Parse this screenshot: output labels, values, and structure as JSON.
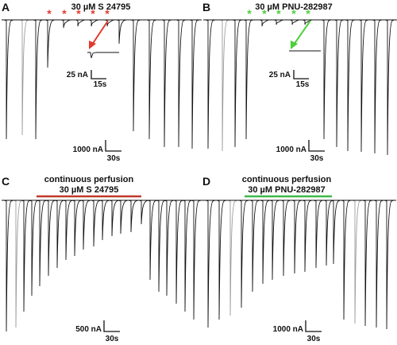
{
  "panels": [
    {
      "letter": "A",
      "title": "30 µM S 24795",
      "subtitle": "",
      "line_color": "",
      "asterisk_color": "#e23a2e",
      "arrow_color": "#e23a2e",
      "inset_scale": {
        "y": "25 nA",
        "x": "15s"
      },
      "scale": {
        "y": "1000 nA",
        "x": "30s"
      }
    },
    {
      "letter": "B",
      "title": "30 µM PNU-282987",
      "subtitle": "",
      "line_color": "",
      "asterisk_color": "#4ccf3a",
      "arrow_color": "#4ccf3a",
      "inset_scale": {
        "y": "25 nA",
        "x": "15s"
      },
      "scale": {
        "y": "1000 nA",
        "x": "30s"
      }
    },
    {
      "letter": "C",
      "title": "continuous perfusion",
      "subtitle": "30 µM S 24795",
      "line_color": "#c0392b",
      "scale": {
        "y": "500 nA",
        "x": "30s"
      }
    },
    {
      "letter": "D",
      "title": "continuous perfusion",
      "subtitle": "30 µM PNU-282987",
      "line_color": "#3db84a",
      "scale": {
        "y": "1000 nA",
        "x": "30s"
      }
    }
  ],
  "asterisk_symbol": "*",
  "colors": {
    "trace": "#111111",
    "trace_faint": "#9a9a9a"
  }
}
